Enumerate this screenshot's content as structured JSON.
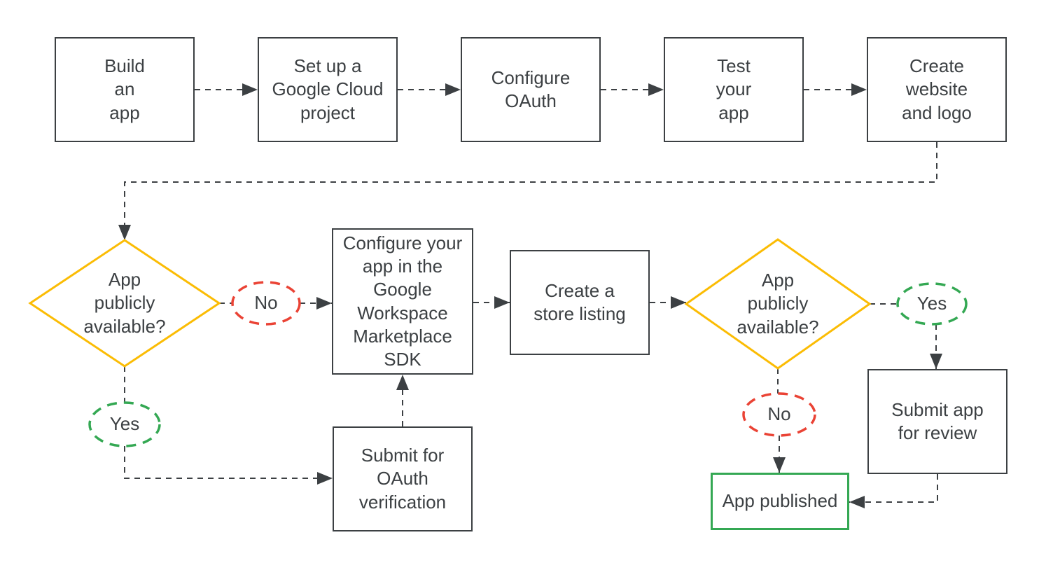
{
  "colors": {
    "outline": "#3C4043",
    "text": "#3C4043",
    "connector": "#3C4043",
    "decision_stroke": "#FBBC04",
    "yes_stroke": "#34A853",
    "no_stroke": "#EA4335",
    "published_stroke": "#34A853",
    "background": "#FFFFFF"
  },
  "nodes": {
    "build": {
      "label": "Build\nan\napp"
    },
    "setup": {
      "label": "Set up a\nGoogle Cloud\nproject"
    },
    "oauth": {
      "label": "Configure\nOAuth"
    },
    "test": {
      "label": "Test\nyour\napp"
    },
    "website": {
      "label": "Create\nwebsite\nand logo"
    },
    "decision1": {
      "label": "App\npublicly\navailable?"
    },
    "decision2": {
      "label": "App\npublicly\navailable?"
    },
    "no1": {
      "label": "No"
    },
    "yes1": {
      "label": "Yes"
    },
    "yes2": {
      "label": "Yes"
    },
    "no2": {
      "label": "No"
    },
    "sdk": {
      "label": "Configure your\napp in the\nGoogle\nWorkspace\nMarketplace\nSDK"
    },
    "store": {
      "label": "Create a\nstore listing"
    },
    "oauth_verification": {
      "label": "Submit for\nOAuth\nverification"
    },
    "submit_review": {
      "label": "Submit app\nfor review"
    },
    "published": {
      "label": "App published"
    }
  }
}
